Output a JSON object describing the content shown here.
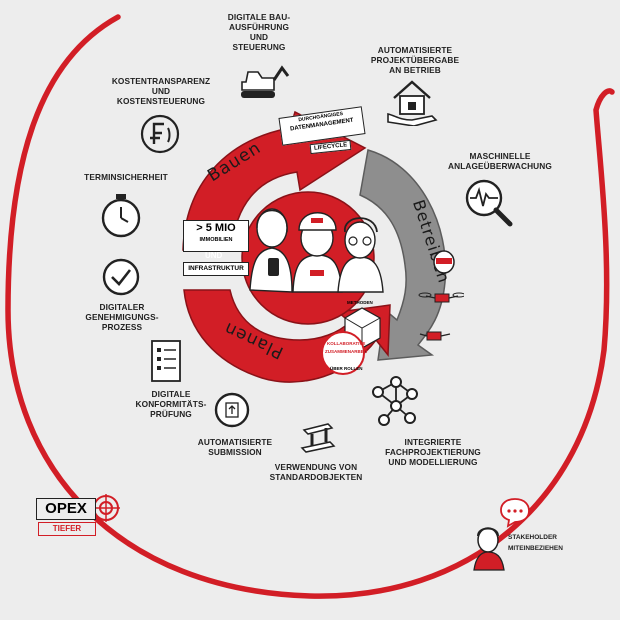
{
  "colors": {
    "red": "#d21e26",
    "grey": "#8e8e8e",
    "dark": "#222222",
    "background": "#ededed"
  },
  "cycle": {
    "bauen": "Bauen",
    "betreiben": "Betreiben",
    "planen": "Planen",
    "center_badge": "> 5 MIO",
    "center_badge_sub": "IMMOBILIEN",
    "center_und": "UND",
    "center_infra": "INFRASTRUKTUR",
    "datenmanagement_top": "DURCHGÄNGIGES",
    "datenmanagement": "DATENMANAGEMENT",
    "lifecycle": "LIFECYCLE",
    "methoden": "METHODEN",
    "kollaboration": "KOLLABORATIVE",
    "zusammenarbeit": "ZUSAMMENARBEIT",
    "ueber_rollen": "ÜBER ROLLEN"
  },
  "labels": {
    "digitale_bau": "DIGITALE BAU-\nAUSFÜHRUNG\nUND\nSTEUERUNG",
    "projektuebergabe": "AUTOMATISIERTE\nPROJEKTÜBERGABE\nAN BETRIEB",
    "kostentransparenz": "KOSTENTRANSPARENZ\nUND\nKOSTENSTEUERUNG",
    "anlagenueberwachung": "MASCHINELLE\nANLAGEÜBERWACHUNG",
    "terminsicherheit": "TERMINSICHERHEIT",
    "genehmigung": "DIGITALER\nGENEHMIGUNGS-\nPROZESS",
    "konformitaet": "DIGITALE\nKONFORMITÄTS-\nPRÜFUNG",
    "submission": "AUTOMATISIERTE\nSUBMISSION",
    "standardobjekte": "VERWENDUNG VON\nSTANDARDOBJEKTEN",
    "fachprojektierung": "INTEGRIERTE\nFACHPROJEKTIERUNG\nUND MODELLIERUNG"
  },
  "logo": {
    "opex": "OPEX",
    "tiefer": "TIEFER"
  },
  "stakeholder": {
    "line1": "STAKEHOLDER",
    "line2": "MITEINBEZIEHEN"
  },
  "icons": {
    "excavator": "excavator-icon",
    "house_hand": "house-hand-icon",
    "franc_coin": "franc-coin-icon",
    "magnifier_pulse": "magnifier-pulse-icon",
    "stopwatch": "stopwatch-icon",
    "checkmark_circle": "checkmark-circle-icon",
    "checklist": "checklist-icon",
    "upload_circle": "upload-circle-icon",
    "rail_profile": "rail-profile-icon",
    "network": "network-icon",
    "drones": "drone-icon",
    "chat": "chat-bubble-icon"
  }
}
